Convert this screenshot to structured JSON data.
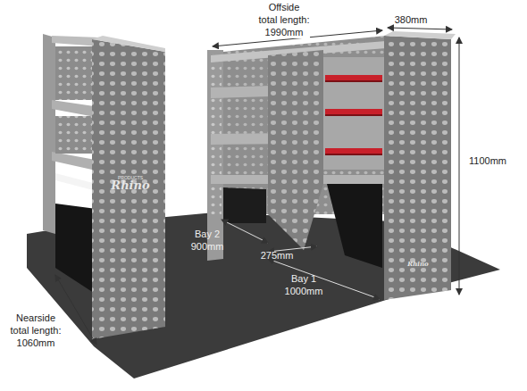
{
  "diagram": {
    "labels": [
      "Offside total length: 1990mm",
      "380mm",
      "1100mm",
      "Bay 2 900mm",
      "275mm",
      "Bay 1 1000mm",
      "Nearside total length: 1060mm",
      "PRODUCTS",
      "Rhino",
      "Rhino"
    ]
  }
}
